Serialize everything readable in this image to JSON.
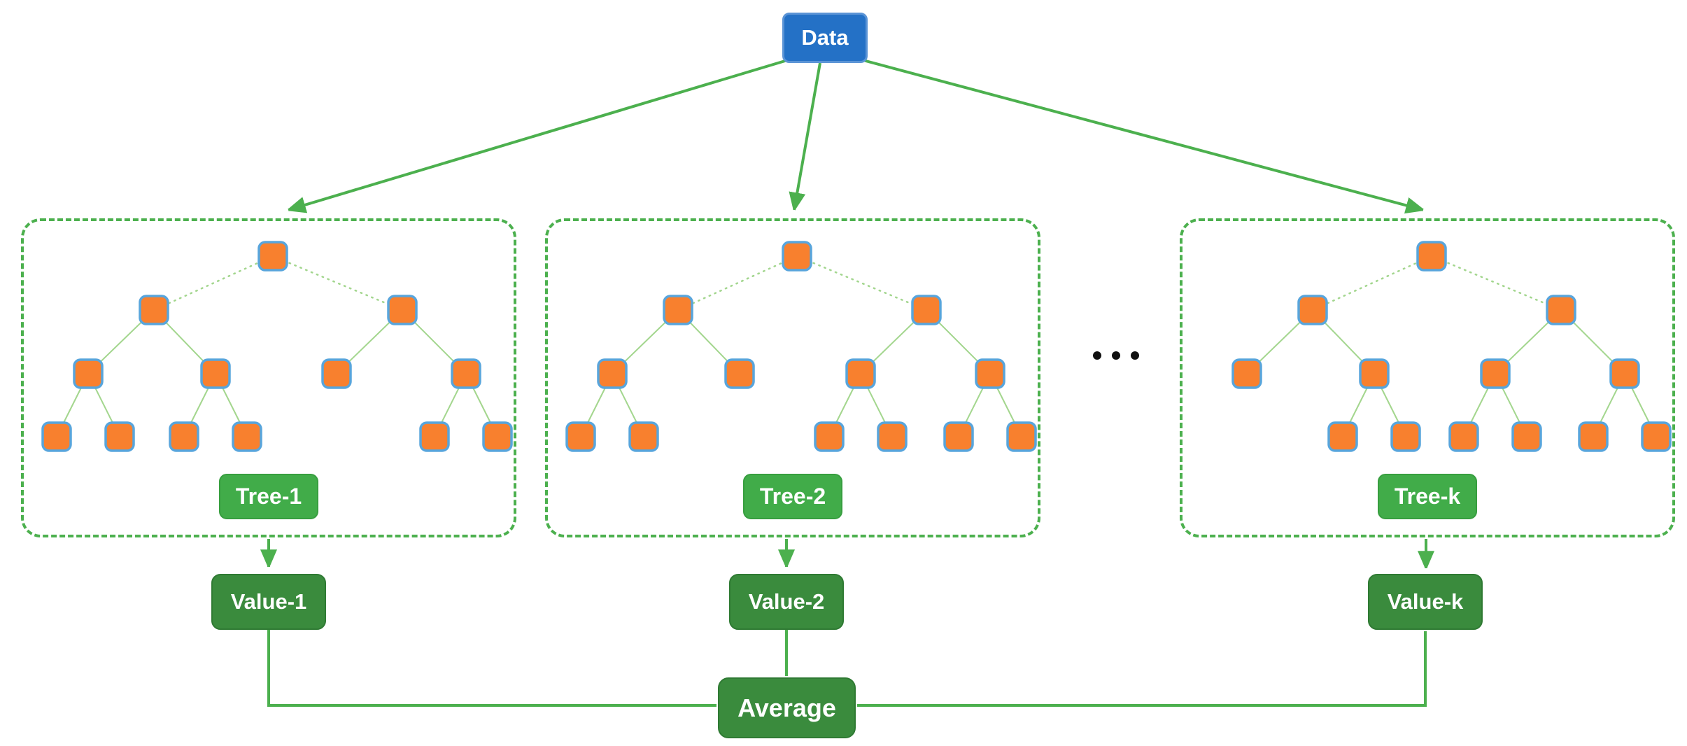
{
  "root": {
    "label": "Data"
  },
  "trees": [
    {
      "label": "Tree-1",
      "value_label": "Value-1",
      "missing_l3_child": 2
    },
    {
      "label": "Tree-2",
      "value_label": "Value-2",
      "missing_l3_child": 1
    },
    {
      "label": "Tree-k",
      "value_label": "Value-k",
      "missing_l3_child": 0
    }
  ],
  "average": {
    "label": "Average"
  },
  "ellipsis": {
    "dot_count": 3
  },
  "colors": {
    "background": "#ffffff",
    "data_blue": "#2471c6",
    "flow_green": "#4cb04e",
    "tree_label_green": "#41ac49",
    "value_green": "#3a8b3d",
    "node_orange": "#f8802e",
    "node_border_blue": "#58a5dc",
    "branch_green": "#a3d68e",
    "dots_black": "#111111",
    "text_white": "#ffffff"
  }
}
